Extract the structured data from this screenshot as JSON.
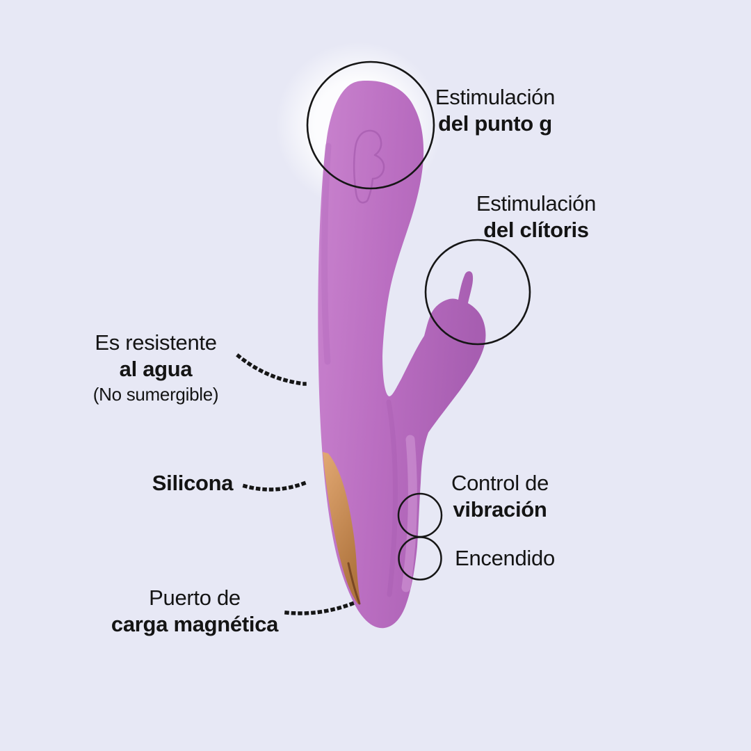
{
  "style": {
    "background_color": "#E7E8F5",
    "text_color": "#141414",
    "line_color": "#161616",
    "halo_color": "#FFFFFF"
  },
  "product": {
    "kind": "rabbit-vibrator-product-photo",
    "body_color_light": "#C983CE",
    "body_color": "#BA6EC1",
    "body_color_dark": "#A75EB1",
    "port_color_light": "#E2A873",
    "port_color_dark": "#B0753E",
    "port_edge_color": "#70401F",
    "emboss_color": "#9A4FA4"
  },
  "annotations": {
    "punto_g": {
      "line1": "Estimulación",
      "line2": "del punto g"
    },
    "clitoris": {
      "line1": "Estimulación",
      "line2": "del clítoris"
    },
    "agua": {
      "line1": "Es resistente",
      "line2": "al agua",
      "line3": "(No sumergible)"
    },
    "silicona": {
      "label": "Silicona"
    },
    "vibracion": {
      "line1": "Control de",
      "line2": "vibración"
    },
    "encendido": {
      "label": "Encendido"
    },
    "puerto": {
      "line1": "Puerto de",
      "line2": "carga magnética"
    }
  }
}
